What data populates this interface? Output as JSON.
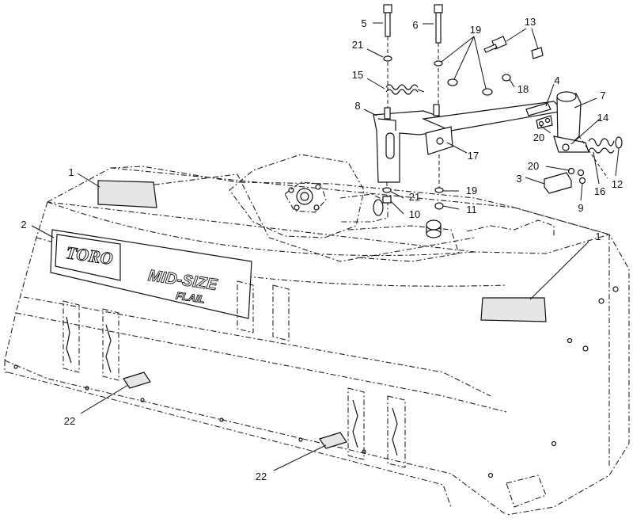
{
  "diagram": {
    "decal_logo": "TORO",
    "decal_line1": "MID-SIZE",
    "decal_line2": "FLAIL",
    "callouts": [
      {
        "id": "c5",
        "label": "5"
      },
      {
        "id": "c6",
        "label": "6"
      },
      {
        "id": "c19a",
        "label": "19"
      },
      {
        "id": "c13",
        "label": "13"
      },
      {
        "id": "c21a",
        "label": "21"
      },
      {
        "id": "c15",
        "label": "15"
      },
      {
        "id": "c18",
        "label": "18"
      },
      {
        "id": "c4",
        "label": "4"
      },
      {
        "id": "c7",
        "label": "7"
      },
      {
        "id": "c8",
        "label": "8"
      },
      {
        "id": "c14",
        "label": "14"
      },
      {
        "id": "c20a",
        "label": "20"
      },
      {
        "id": "c17",
        "label": "17"
      },
      {
        "id": "c1a",
        "label": "1"
      },
      {
        "id": "c21b",
        "label": "21"
      },
      {
        "id": "c10",
        "label": "10"
      },
      {
        "id": "c19b",
        "label": "19"
      },
      {
        "id": "c11",
        "label": "11"
      },
      {
        "id": "c20b",
        "label": "20"
      },
      {
        "id": "c16",
        "label": "16"
      },
      {
        "id": "c12",
        "label": "12"
      },
      {
        "id": "c3",
        "label": "3"
      },
      {
        "id": "c9",
        "label": "9"
      },
      {
        "id": "c2",
        "label": "2"
      },
      {
        "id": "c1b",
        "label": "1"
      },
      {
        "id": "c22a",
        "label": "22"
      },
      {
        "id": "c22b",
        "label": "22"
      }
    ]
  }
}
